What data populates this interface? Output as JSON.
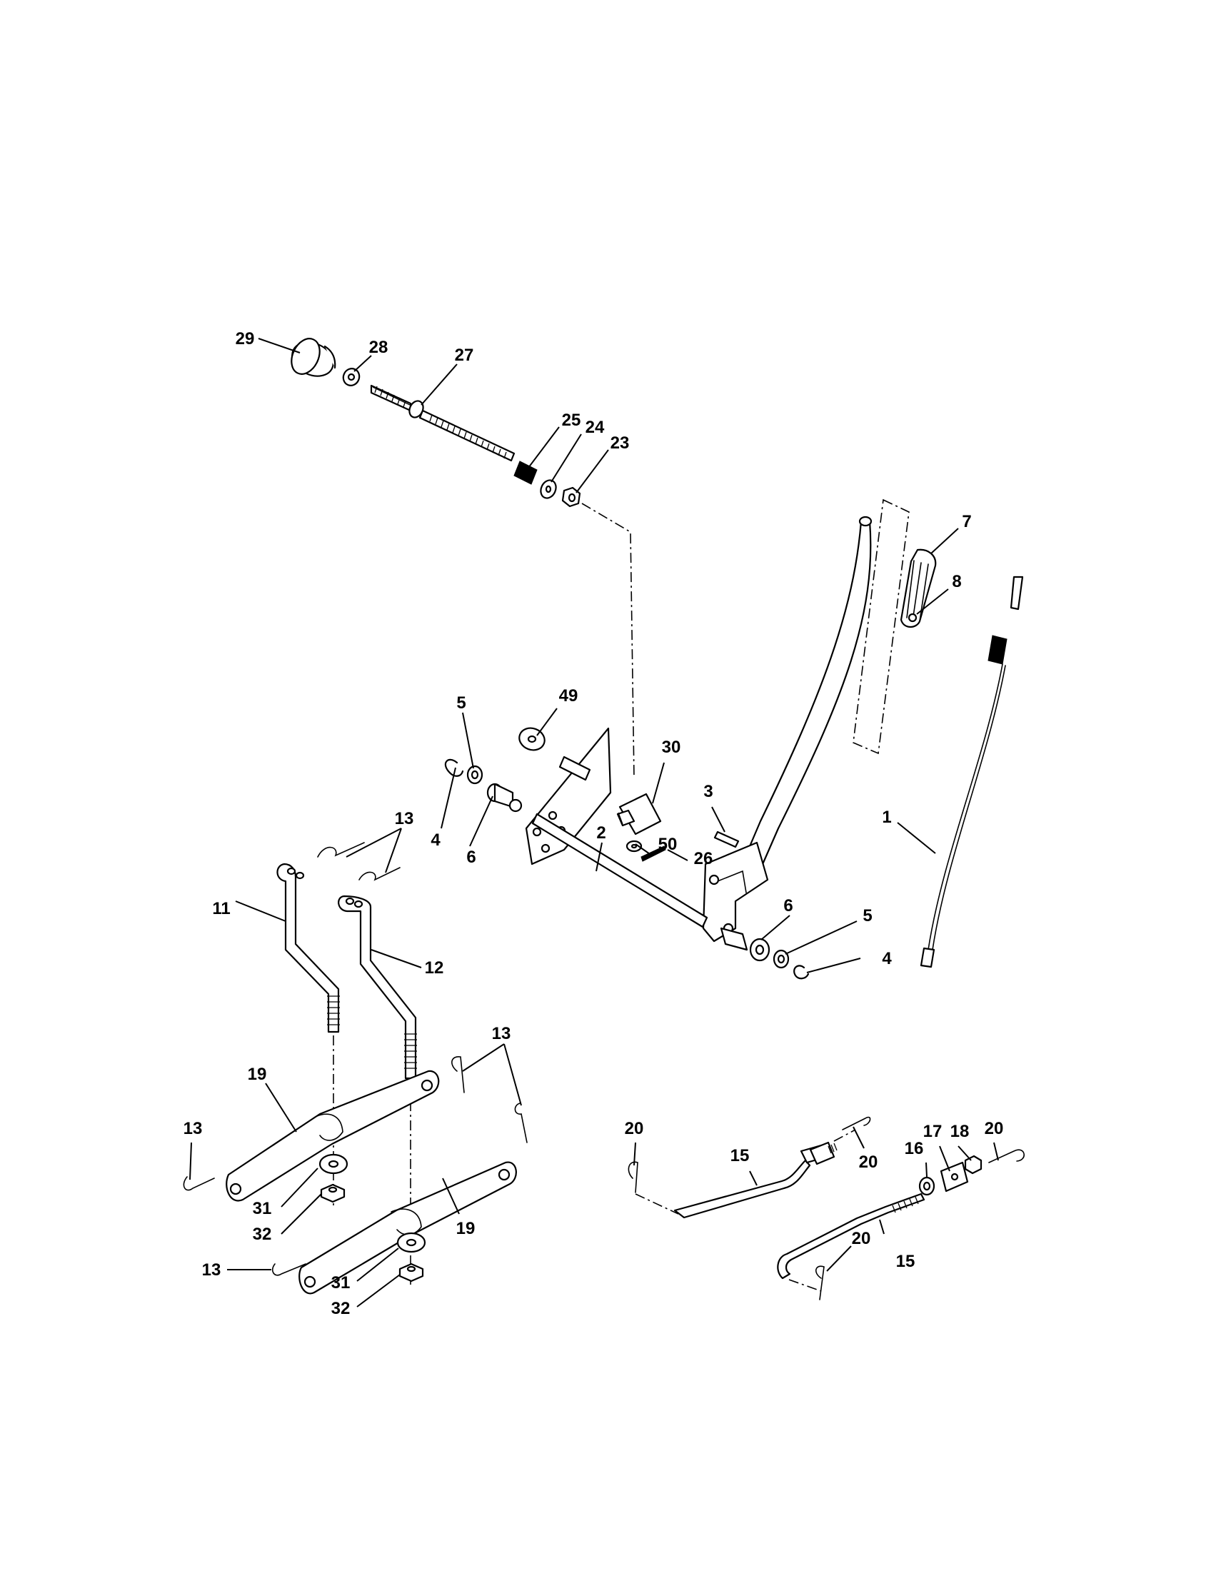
{
  "diagram": {
    "type": "exploded-parts-diagram",
    "callouts": [
      {
        "id": "c29a",
        "text": "29"
      },
      {
        "id": "c28a",
        "text": "28"
      },
      {
        "id": "c27a",
        "text": "27"
      },
      {
        "id": "c25a",
        "text": "25"
      },
      {
        "id": "c24a",
        "text": "24"
      },
      {
        "id": "c23a",
        "text": "23"
      },
      {
        "id": "c7a",
        "text": "7"
      },
      {
        "id": "c8a",
        "text": "8"
      },
      {
        "id": "c49a",
        "text": "49"
      },
      {
        "id": "c5a",
        "text": "5"
      },
      {
        "id": "c30a",
        "text": "30"
      },
      {
        "id": "c3a",
        "text": "3"
      },
      {
        "id": "c1a",
        "text": "1"
      },
      {
        "id": "c2a",
        "text": "2"
      },
      {
        "id": "c50a",
        "text": "50"
      },
      {
        "id": "c26a",
        "text": "26"
      },
      {
        "id": "c4a",
        "text": "4"
      },
      {
        "id": "c6a",
        "text": "6"
      },
      {
        "id": "c13a",
        "text": "13"
      },
      {
        "id": "c11a",
        "text": "11"
      },
      {
        "id": "c12a",
        "text": "12"
      },
      {
        "id": "c6b",
        "text": "6"
      },
      {
        "id": "c5b",
        "text": "5"
      },
      {
        "id": "c4b",
        "text": "4"
      },
      {
        "id": "c13b",
        "text": "13"
      },
      {
        "id": "c19a",
        "text": "19"
      },
      {
        "id": "c13c",
        "text": "13"
      },
      {
        "id": "c31a",
        "text": "31"
      },
      {
        "id": "c32a",
        "text": "32"
      },
      {
        "id": "c19b",
        "text": "19"
      },
      {
        "id": "c13d",
        "text": "13"
      },
      {
        "id": "c31b",
        "text": "31"
      },
      {
        "id": "c32b",
        "text": "32"
      },
      {
        "id": "c20a",
        "text": "20"
      },
      {
        "id": "c15a",
        "text": "15"
      },
      {
        "id": "c20b",
        "text": "20"
      },
      {
        "id": "c17a",
        "text": "17"
      },
      {
        "id": "c18a",
        "text": "18"
      },
      {
        "id": "c20c",
        "text": "20"
      },
      {
        "id": "c16a",
        "text": "16"
      },
      {
        "id": "c20d",
        "text": "20"
      },
      {
        "id": "c15b",
        "text": "15"
      }
    ]
  }
}
